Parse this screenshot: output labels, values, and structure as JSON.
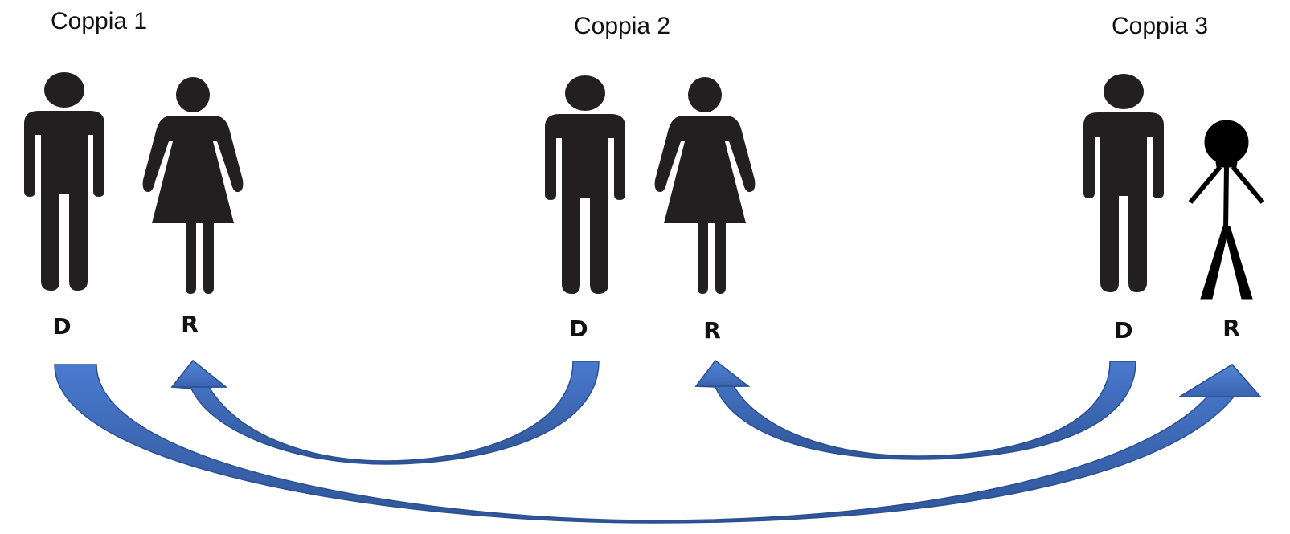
{
  "pairs": [
    {
      "title": "Coppia 1",
      "donor_label": "D",
      "recipient_label": "R",
      "recipient_type": "woman"
    },
    {
      "title": "Coppia 2",
      "donor_label": "D",
      "recipient_label": "R",
      "recipient_type": "woman"
    },
    {
      "title": "Coppia 3",
      "donor_label": "D",
      "recipient_label": "R",
      "recipient_type": "child"
    }
  ],
  "figure_color": "#231f20",
  "arrow_colors": {
    "fill_light": "#4674c9",
    "fill_dark": "#2f5597",
    "stroke": "#2a4f91"
  },
  "donations": [
    {
      "from": "Coppia 2 D",
      "to": "Coppia 1 R"
    },
    {
      "from": "Coppia 3 D",
      "to": "Coppia 2 R"
    },
    {
      "from": "Coppia 1 D",
      "to": "Coppia 3 R"
    }
  ]
}
